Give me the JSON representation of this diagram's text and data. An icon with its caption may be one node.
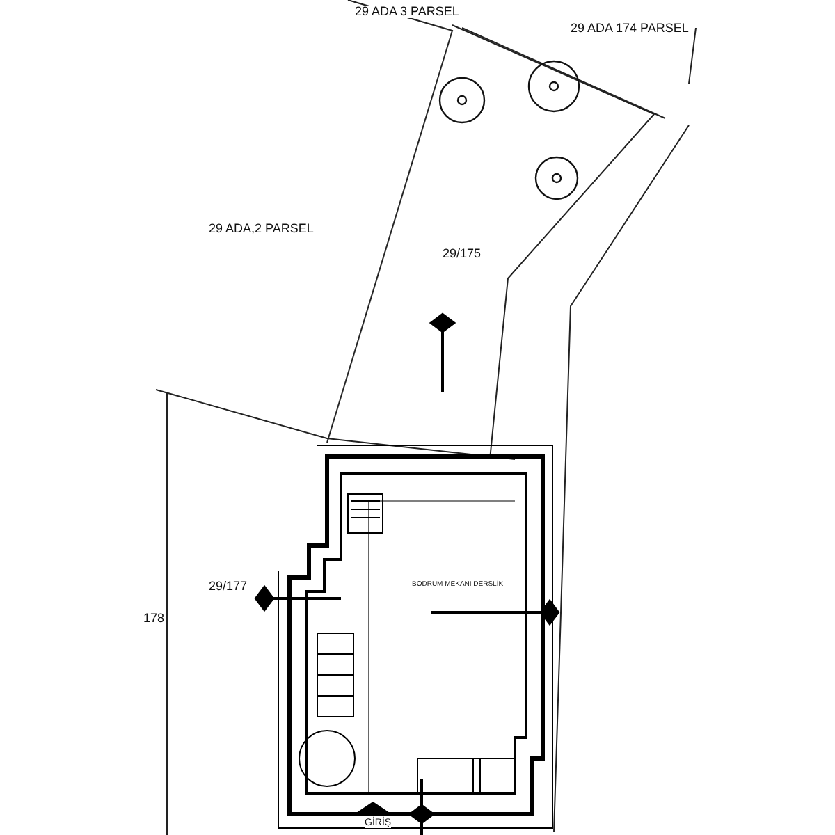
{
  "diagram": {
    "labels": [
      "29 ADA 3 PARSEL",
      "29 ADA 174 PARSEL",
      "29 ADA,2 PARSEL",
      "29/175",
      "29/177",
      "178",
      "BODRUM MEKANI DERSLİK",
      "GİRİŞ"
    ]
  }
}
